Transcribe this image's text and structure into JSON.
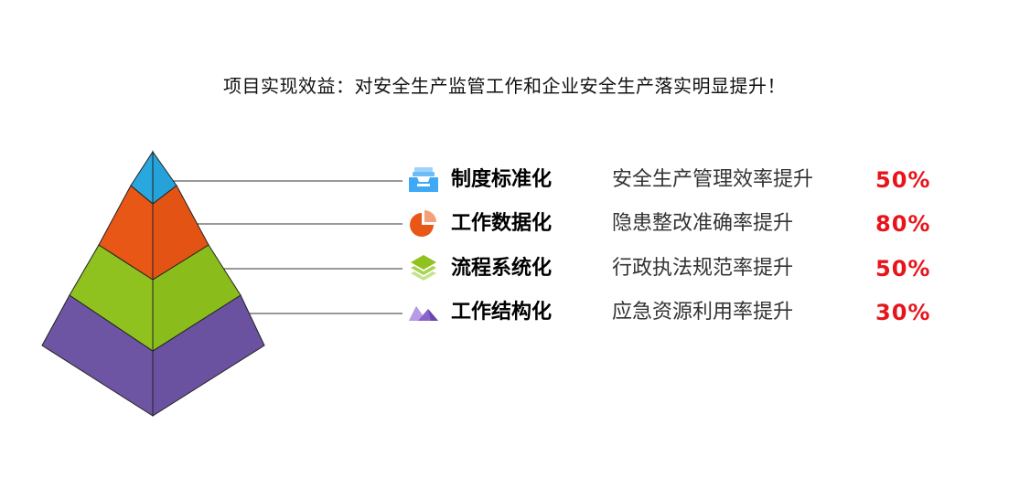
{
  "headline": "项目实现效益：对安全生产监管工作和企业安全生产落实明显提升！",
  "items": [
    {
      "name": "制度标准化",
      "metric": "安全生产管理效率提升",
      "value": "50%",
      "icon": "inbox-tray-icon",
      "layer_color": "#29a8e0",
      "icon_color": "#3fa9f5"
    },
    {
      "name": "工作数据化",
      "metric": "隐患整改准确率提升",
      "value": "80%",
      "icon": "pie-chart-icon",
      "layer_color": "#e85716",
      "icon_color": "#e85716"
    },
    {
      "name": "流程系统化",
      "metric": "行政执法规范率提升",
      "value": "50%",
      "icon": "layers-icon",
      "layer_color": "#8fc21e",
      "icon_color": "#8fc21e"
    },
    {
      "name": "工作结构化",
      "metric": "应急资源利用率提升",
      "value": "30%",
      "icon": "mountain-icon",
      "layer_color": "#6e55a4",
      "icon_color": "#8a63c9"
    }
  ],
  "value_color": "#e8141b"
}
